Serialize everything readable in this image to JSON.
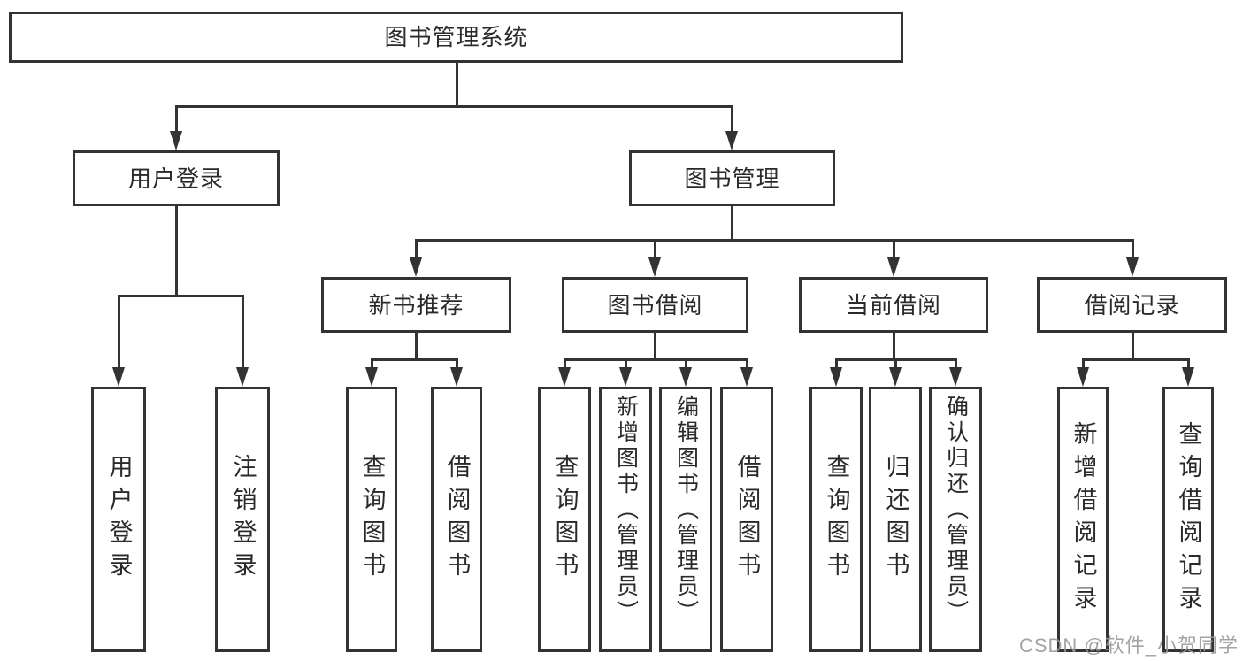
{
  "diagram": {
    "root": {
      "label": "图书管理系统"
    },
    "children": [
      {
        "label": "用户登录",
        "children": [
          {
            "label": "用户登录"
          },
          {
            "label": "注销登录"
          }
        ]
      },
      {
        "label": "图书管理",
        "children": [
          {
            "label": "新书推荐",
            "children": [
              {
                "label": "查询图书"
              },
              {
                "label": "借阅图书"
              }
            ]
          },
          {
            "label": "图书借阅",
            "children": [
              {
                "label": "查询图书"
              },
              {
                "label": "新增图书（管理员）"
              },
              {
                "label": "编辑图书（管理员）"
              },
              {
                "label": "借阅图书"
              }
            ]
          },
          {
            "label": "当前借阅",
            "children": [
              {
                "label": "查询图书"
              },
              {
                "label": "归还图书"
              },
              {
                "label": "确认归还（管理员）"
              }
            ]
          },
          {
            "label": "借阅记录",
            "children": [
              {
                "label": "新增借阅记录"
              },
              {
                "label": "查询借阅记录"
              }
            ]
          }
        ]
      }
    ]
  },
  "watermark": {
    "text": "CSDN @软件_小贺同学"
  },
  "colors": {
    "line": "#333333",
    "border": "#333333",
    "text": "#2a2a2a",
    "watermark": "#999999",
    "background": "#ffffff"
  }
}
